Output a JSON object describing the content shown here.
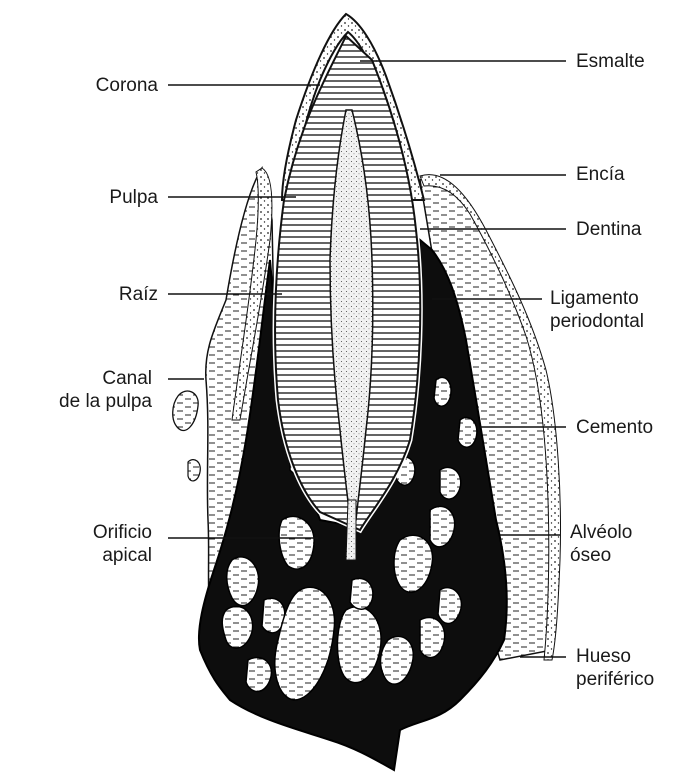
{
  "diagram": {
    "colors": {
      "ink": "#111111",
      "paper": "#ffffff",
      "tissue": "#f4f4f0"
    },
    "labels_left": [
      {
        "key": "corona",
        "lines": [
          "Corona"
        ]
      },
      {
        "key": "pulpa",
        "lines": [
          "Pulpa"
        ]
      },
      {
        "key": "raiz",
        "lines": [
          "Raíz"
        ]
      },
      {
        "key": "canal",
        "lines": [
          "Canal",
          "de la pulpa"
        ]
      },
      {
        "key": "orificio",
        "lines": [
          "Orificio",
          "apical"
        ]
      }
    ],
    "labels_right": [
      {
        "key": "esmalte",
        "lines": [
          "Esmalte"
        ]
      },
      {
        "key": "encia",
        "lines": [
          "Encía"
        ]
      },
      {
        "key": "dentina",
        "lines": [
          "Dentina"
        ]
      },
      {
        "key": "ligamento",
        "lines": [
          "Ligamento",
          "periodontal"
        ]
      },
      {
        "key": "cemento",
        "lines": [
          "Cemento"
        ]
      },
      {
        "key": "alveolo",
        "lines": [
          "Alvéolo",
          "óseo"
        ]
      },
      {
        "key": "hueso",
        "lines": [
          "Hueso",
          "periférico"
        ]
      }
    ]
  }
}
